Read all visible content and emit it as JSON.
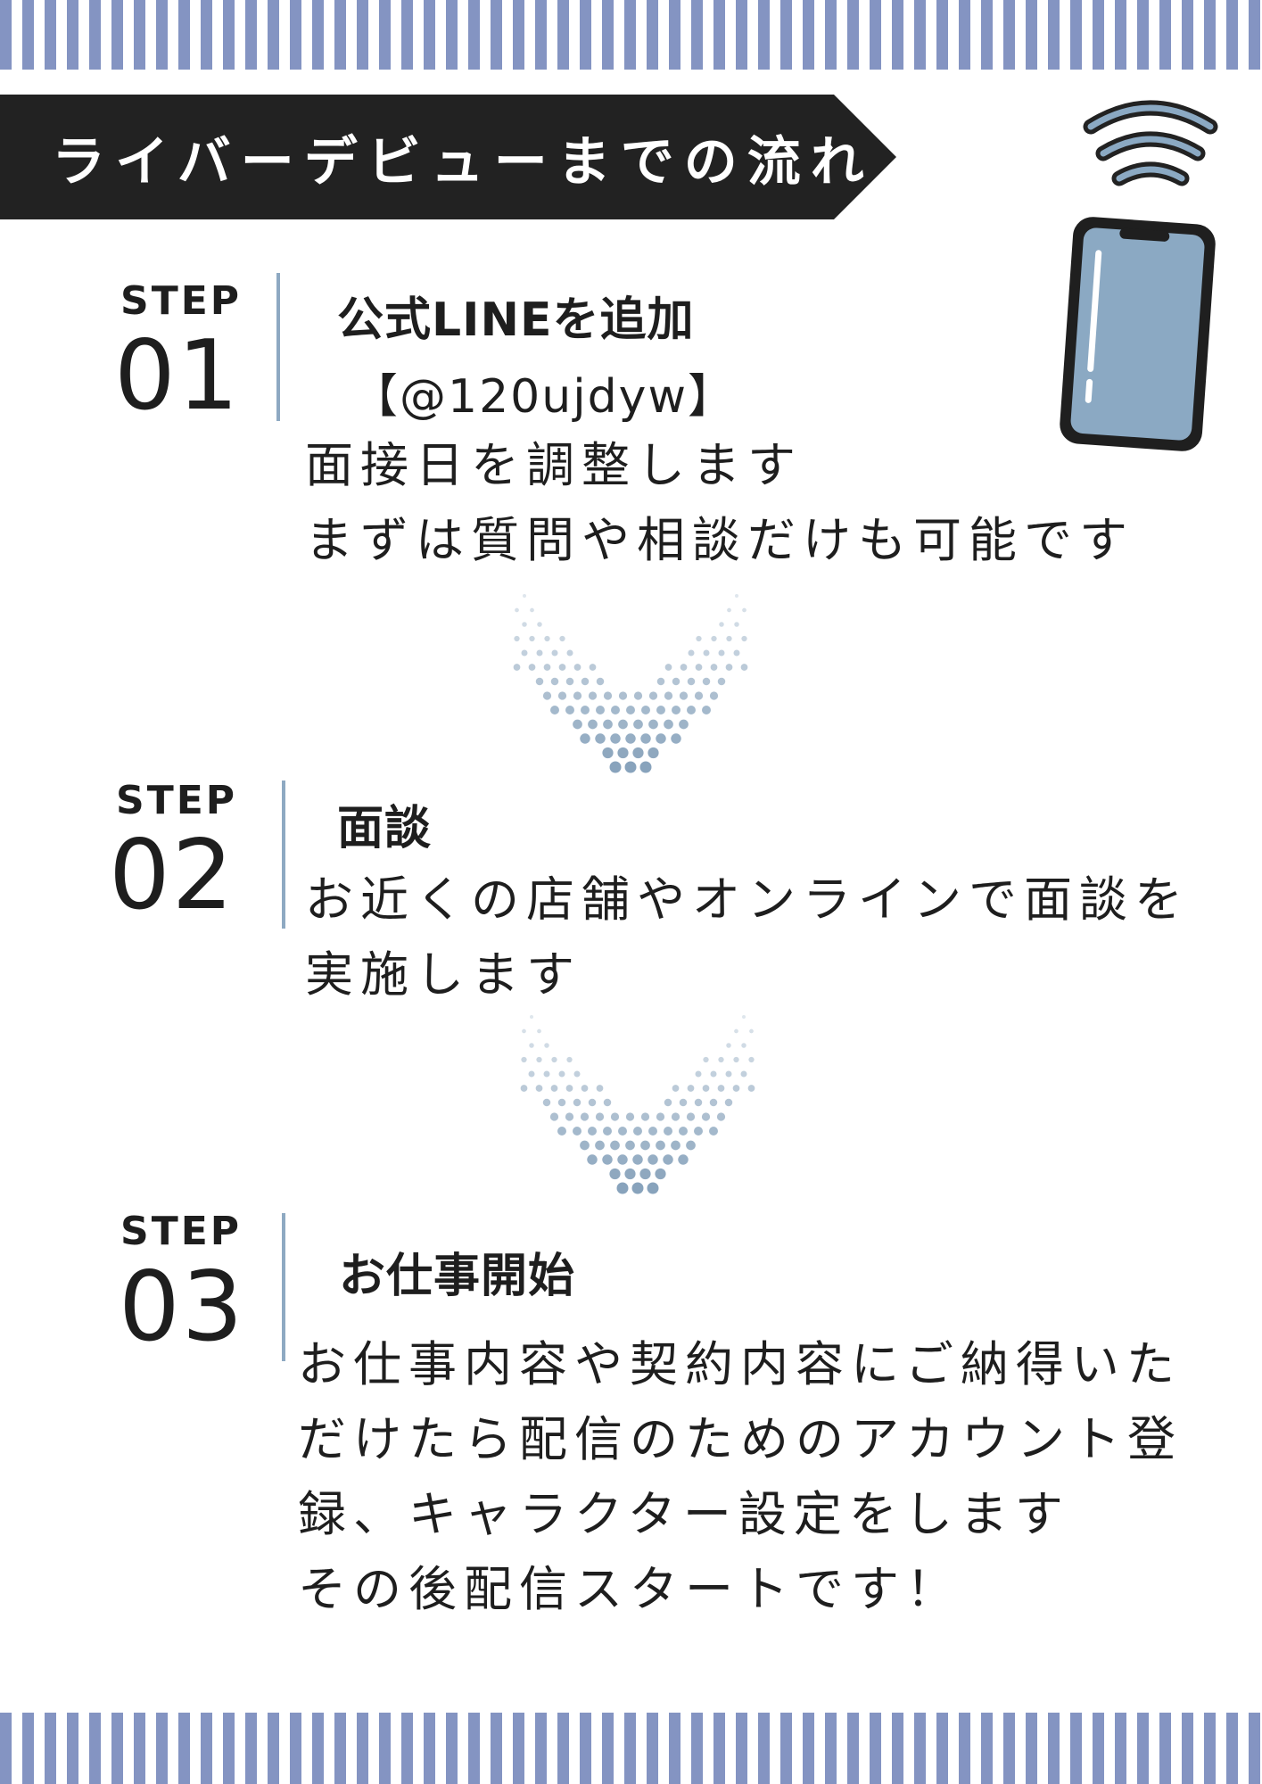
{
  "banner": {
    "title": "ライバーデビューまでの流れ"
  },
  "steps": [
    {
      "label": "STEP",
      "number": "01",
      "title": "公式LINEを追加",
      "line_id": "【@120ujdyw】",
      "description": [
        "面接日を調整します",
        "まずは質問や相談だけも可能です"
      ]
    },
    {
      "label": "STEP",
      "number": "02",
      "title": "面談",
      "description": [
        "お近くの店舗やオンラインで面談を",
        "実施します"
      ]
    },
    {
      "label": "STEP",
      "number": "03",
      "title": "お仕事開始",
      "description": [
        "お仕事内容や契約内容にご納得いた",
        "だけたら配信のためのアカウント登",
        "録、キャラクター設定をします",
        "その後配信スタートです！"
      ]
    }
  ],
  "colors": {
    "stripe": "#8494c2",
    "banner_bg": "#222222",
    "accent_line": "#8ea9c2",
    "phone_screen": "#8ba9c3",
    "dot": "#7e9bb6"
  },
  "icons": [
    "smartphone-wifi-icon",
    "dotted-down-chevron-icon"
  ]
}
